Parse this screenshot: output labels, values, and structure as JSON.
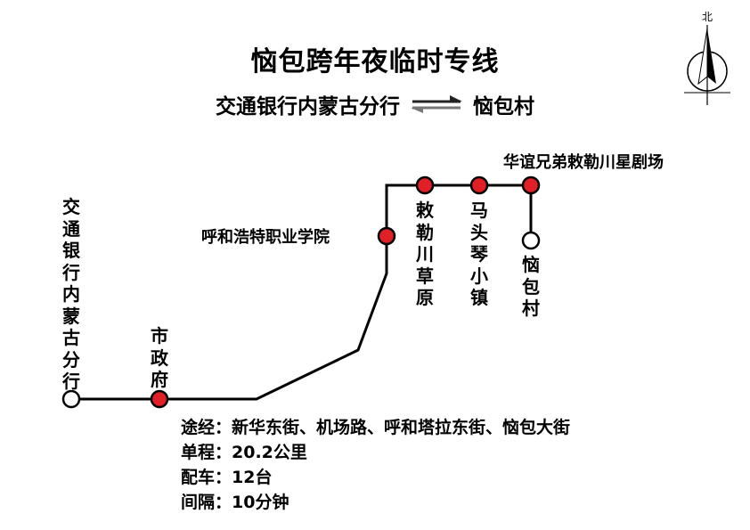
{
  "title": "恼包跨年夜临时专线",
  "route": {
    "from": "交通银行内蒙古分行",
    "to": "恼包村"
  },
  "compass": {
    "label": "北"
  },
  "stations": [
    {
      "name": "交通银行内蒙古分行",
      "role": "terminus"
    },
    {
      "name": "市政府",
      "role": "stop"
    },
    {
      "name": "呼和浩特职业学院",
      "role": "stop"
    },
    {
      "name": "敕勒川草原",
      "role": "stop"
    },
    {
      "name": "马头琴小镇",
      "role": "stop"
    },
    {
      "name": "华谊兄弟敕勒川星剧场",
      "role": "stop"
    },
    {
      "name": "恼包村",
      "role": "terminus"
    }
  ],
  "info": [
    {
      "label": "途经：",
      "value": "新华东街、机场路、呼和塔拉东街、恼包大街"
    },
    {
      "label": "单程：",
      "value": "20.2公里"
    },
    {
      "label": "配车：",
      "value": "12台"
    },
    {
      "label": "间隔：",
      "value": "10分钟"
    }
  ],
  "colors": {
    "line": "#000000",
    "stop": "#e01f26",
    "terminus": "#ffffff"
  }
}
